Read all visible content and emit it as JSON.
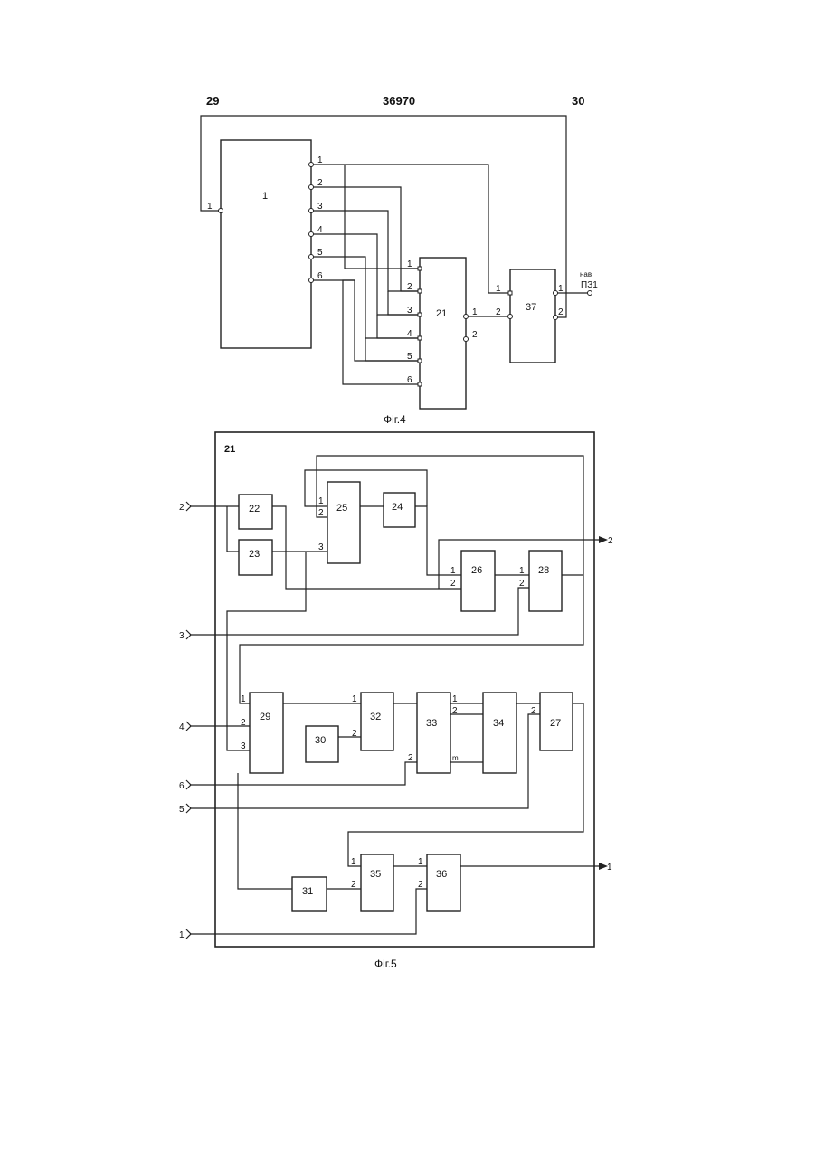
{
  "header": {
    "left": "29",
    "center": "36970",
    "right": "30"
  },
  "fig4": {
    "caption": "Фіг.4",
    "block_1": "1",
    "block_21": "21",
    "block_37": "37",
    "outputs_1": [
      "1",
      "2",
      "3",
      "4",
      "5",
      "6"
    ],
    "inputs_21": [
      "1",
      "2",
      "3",
      "4",
      "5",
      "6"
    ],
    "out_21": [
      "1",
      "2"
    ],
    "in_37": [
      "1",
      "2"
    ],
    "out_37": [
      "1",
      "2"
    ],
    "in_left_1": "1",
    "ext_label_top": "нав",
    "ext_label": "ПЗ1"
  },
  "fig5": {
    "caption": "Фіг.5",
    "frame_label": "21",
    "blocks": {
      "b22": "22",
      "b23": "23",
      "b24": "24",
      "b25": "25",
      "b26": "26",
      "b28": "28",
      "b29": "29",
      "b30": "30",
      "b32": "32",
      "b33": "33",
      "b34": "34",
      "b27": "27",
      "b31": "31",
      "b35": "35",
      "b36": "36"
    },
    "inputs": {
      "in2": "2",
      "in3": "3",
      "in4": "4",
      "in6": "6",
      "in5": "5",
      "in1": "1"
    },
    "outputs": {
      "out2": "2",
      "out1": "1"
    },
    "pins": {
      "p25_1": "1",
      "p25_2": "2",
      "p25_3": "3",
      "p26_1": "1",
      "p26_2": "2",
      "p28_1": "1",
      "p28_2": "2",
      "p29_1": "1",
      "p29_2": "2",
      "p29_3": "3",
      "p32_1": "1",
      "p32_2": "2",
      "p33_1": "1",
      "p33_2": "2",
      "p33_m": "m",
      "p33_out2": "2",
      "p27_1": "2",
      "p35_1": "1",
      "p35_2": "2",
      "p36_1": "1",
      "p36_2": "2"
    }
  }
}
